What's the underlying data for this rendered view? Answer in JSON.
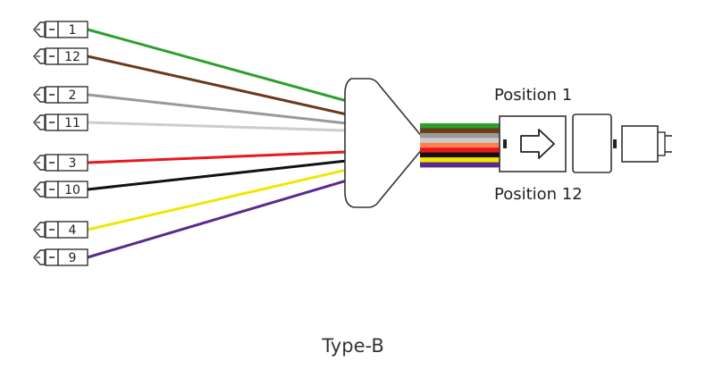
{
  "diagram": {
    "caption": "Type-B",
    "position_top_label": "Position 1",
    "position_bottom_label": "Position 12",
    "fibers": [
      {
        "label": "1",
        "color": "#2ca02c"
      },
      {
        "label": "12",
        "color": "#6b3a1a"
      },
      {
        "label": "2",
        "color": "#999999"
      },
      {
        "label": "11",
        "color": "#cccccc"
      },
      {
        "label": "3",
        "color": "#e8191c"
      },
      {
        "label": "10",
        "color": "#111111"
      },
      {
        "label": "4",
        "color": "#f2e600"
      },
      {
        "label": "9",
        "color": "#5b2a8c"
      }
    ],
    "ribbon_colors": [
      "#2ca02c",
      "#6b3a1a",
      "#999999",
      "#cccccc",
      "#ff7f50",
      "#e8191c",
      "#111111",
      "#f2e600",
      "#5b2a8c"
    ]
  }
}
